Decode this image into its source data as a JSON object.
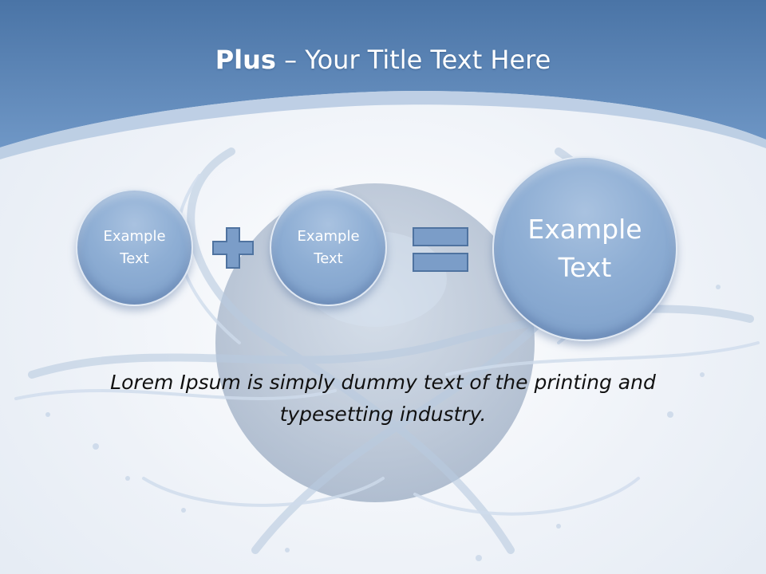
{
  "slide": {
    "title_bold": "Plus",
    "title_rest": " – Your Title Text Here",
    "circles": [
      {
        "label": "Example\nText"
      },
      {
        "label": "Example\nText"
      },
      {
        "label": "Example\nText"
      }
    ],
    "operators": [
      "plus-icon",
      "equals-icon"
    ],
    "body_text": "Lorem Ipsum is simply dummy text of the printing and typesetting industry."
  },
  "colors": {
    "header_dark": "#4a74a6",
    "header_light": "#6f97c6",
    "circle_fill": "#8eaed4",
    "operator_fill": "#7b9dc8",
    "operator_stroke": "#4f73a0"
  }
}
